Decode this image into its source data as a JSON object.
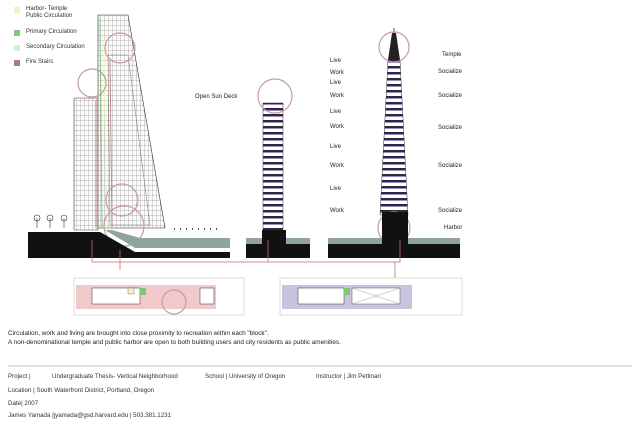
{
  "legend": [
    {
      "label": "Harbor- Temple\nPublic Circulation",
      "color": "#f4f0c0"
    },
    {
      "label": "Primary Circulation",
      "color": "#7fc87a"
    },
    {
      "label": "Secondary Circulation",
      "color": "#d8ecd6"
    },
    {
      "label": "Fire Stairs",
      "color": "#b07a7e"
    }
  ],
  "labels": {
    "open_sun_deck": "Open Sun Deck",
    "left_column": [
      "Live",
      "Work",
      "Live",
      "Work",
      "Live",
      "Work",
      "Live",
      "Work",
      "Live",
      "Work"
    ],
    "right_column": [
      "Temple",
      "Socialize",
      "Socialize",
      "Socialize",
      "Socialize",
      "Socialize",
      "Harbor"
    ]
  },
  "caption": {
    "line1": "Circulation, work and living are brought into close proximity to recreation within each \"block\".",
    "line2": "A non-denominational temple and public harbor are open to both building users and city residents as public amenities."
  },
  "meta": {
    "project_label": "Project |",
    "project_value": "Undergraduate Thesis- Vertical Neighborhood",
    "school": "School | University of Oregon",
    "instructor": "Instructor | Jim Pettinari",
    "location": "Location | South Waterfront District, Portland, Oregon",
    "date": "Date| 2007",
    "contact": "James Yamada |jyamada@gsd.harvard.edu | 503.381.1231"
  },
  "colors": {
    "fire_stairs": "#b07a7e",
    "primary": "#7fc87a",
    "harbor_temple": "#f4f0c0",
    "secondary": "#d8ecd6",
    "ground": "#111111",
    "water": "#8fa3a0",
    "circle": "#c89a9c"
  }
}
